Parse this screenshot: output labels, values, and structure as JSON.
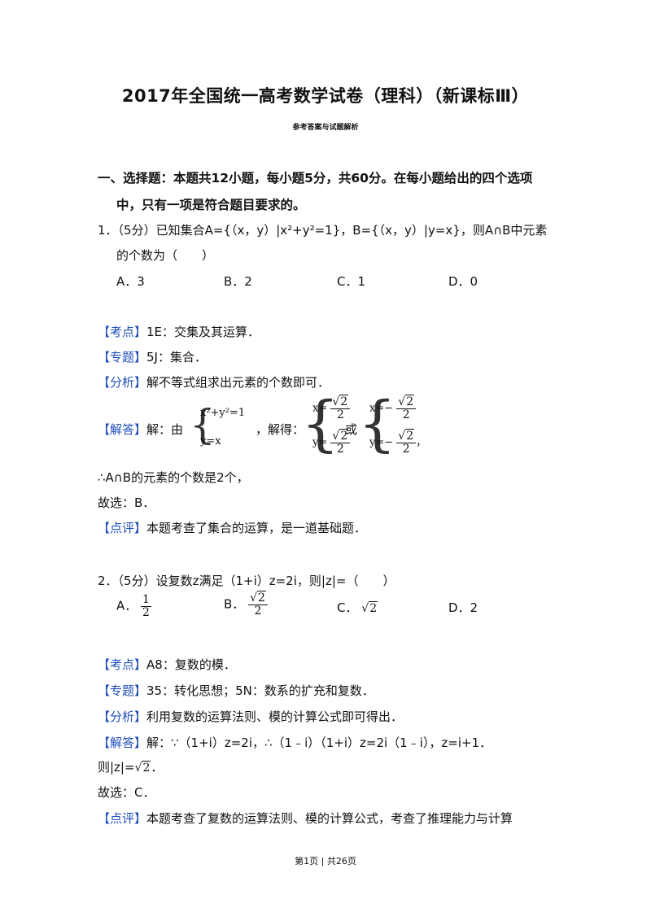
{
  "title": "2017年全国统一高考数学试卷（理科）（新课标Ⅲ）",
  "subtitle": "参考答案与试题解析",
  "section1": {
    "line1": "一、选择题：本题共12小题，每小题5分，共60分。在每小题给出的四个选项",
    "line2": "中，只有一项是符合题目要求的。"
  },
  "q1": {
    "stem_line1": "1．（5分）已知集合A={（x，y）|x²+y²=1}，B={（x，y）|y=x}，则A∩B中元素",
    "stem_line2": "的个数为（　　）",
    "options": [
      "A．3",
      "B．2",
      "C．1",
      "D．0"
    ],
    "kaodian_tag": "【考点】",
    "kaodian": "1E：交集及其运算．",
    "zhuanti_tag": "【专题】",
    "zhuanti": "5J：集合．",
    "fenxi_tag": "【分析】",
    "fenxi": "解不等式组求出元素的个数即可．",
    "jieda_tag": "【解答】",
    "jieda_pre": "解：由",
    "sys_eq1": "x²+y²=1",
    "sys_eq2": "y=x",
    "jieda_mid": "，解得：",
    "sol1_x": "x=",
    "sol1_y": "y=",
    "sol2_x": "x=−",
    "sol2_y": "y=−",
    "sqrt2": "2",
    "den2": "2",
    "or": "或",
    "comma": "，",
    "result": "∴A∩B的元素的个数是2个，",
    "choice": "故选：B．",
    "dianping_tag": "【点评】",
    "dianping": "本题考查了集合的运算，是一道基础题．"
  },
  "q2": {
    "stem": "2．（5分）设复数z满足（1+i）z=2i，则|z|=（　　）",
    "optA_label": "A．",
    "optA_num": "1",
    "optA_den": "2",
    "optB_label": "B．",
    "optB_rad": "2",
    "optB_den": "2",
    "optC_label": "C．",
    "optC_rad": "2",
    "optD": "D．2",
    "kaodian_tag": "【考点】",
    "kaodian": "A8：复数的模．",
    "zhuanti_tag": "【专题】",
    "zhuanti": "35：转化思想；5N：数系的扩充和复数．",
    "fenxi_tag": "【分析】",
    "fenxi": "利用复数的运算法则、模的计算公式即可得出．",
    "jieda_tag": "【解答】",
    "jieda": "解：∵（1+i）z=2i，∴（1﹣i）（1+i）z=2i（1﹣i），z=i+1．",
    "mod_pre": "则|z|=",
    "mod_rad": "2",
    "mod_post": "．",
    "choice": "故选：C．",
    "dianping_tag": "【点评】",
    "dianping": "本题考查了复数的运算法则、模的计算公式，考查了推理能力与计算"
  },
  "footer": "第1页 | 共26页"
}
